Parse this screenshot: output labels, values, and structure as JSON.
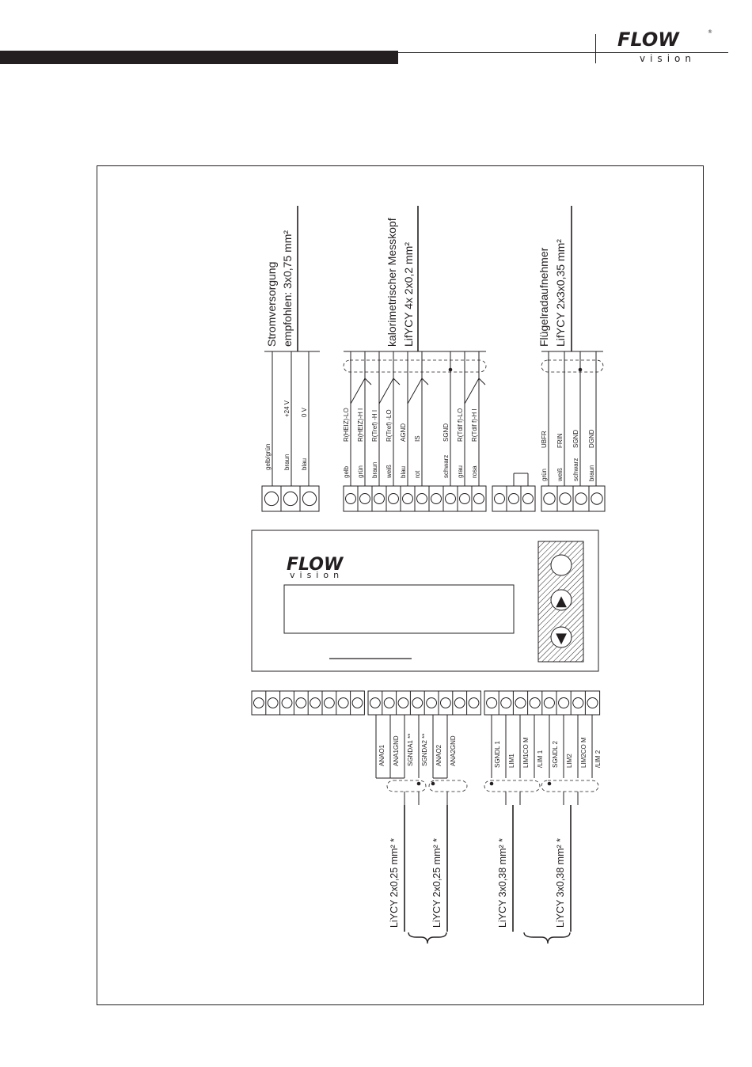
{
  "header": {
    "logo_text": "FLOW",
    "logo_subtext": "vision",
    "registered_mark": "®"
  },
  "power_cable": {
    "title": "Stromversorgung",
    "spec": "empfohlen: 3x0,75 mm²",
    "wire_colors": [
      "gelb/grün",
      "braun",
      "blau"
    ],
    "signals": [
      "",
      "+24 V",
      "0 V"
    ]
  },
  "probe_cable": {
    "title": "kalorimetrischer Messkopf",
    "spec": "LifYCY 4x 2x0,2 mm²",
    "wire_colors": [
      "gelb",
      "grün",
      "braun",
      "weiß",
      "blau",
      "rot",
      "",
      "schwarz",
      "grau",
      "rosa"
    ],
    "signals": [
      "R(HEIZ)-LO",
      "R(HEIZ)-H I",
      "R(Tref) -H I",
      "R(Tref) -LO",
      "AGND",
      "IS",
      "",
      "SGND",
      "R(Tdif f)-LO",
      "R(Tdif f)-H I"
    ]
  },
  "paddle_cable": {
    "title": "Flügelradaufnehmer",
    "spec": "LifYCY 2x3x0,35 mm²",
    "wire_colors": [
      "grün",
      "weiß",
      "schwarz",
      "braun"
    ],
    "signals": [
      "UBFR",
      "FRIN",
      "SGND",
      "DGND"
    ]
  },
  "device": {
    "logo_text": "FLOW",
    "logo_subtext": "vision",
    "up_key": "▲",
    "down_key": "▼"
  },
  "analog_outputs": {
    "signals": [
      "ANAO1",
      "ANA1GND",
      "SGNDA1 **",
      "SGNDA2 **",
      "ANAO2",
      "ANA2GND"
    ],
    "cables": [
      "LiYCY 2x0,25 mm² *",
      "LiYCY 2x0,25 mm² *"
    ]
  },
  "limit_outputs": {
    "signals": [
      "SGNDL 1",
      "LIM1",
      "LIM1CO M",
      "/LIM 1",
      "SGNDL 2",
      "LIM2",
      "LIM2CO M",
      "/LIM 2"
    ],
    "cables": [
      "LiYCY 3x0,38 mm² *",
      "LiYCY 3x0,38 mm² *"
    ]
  }
}
